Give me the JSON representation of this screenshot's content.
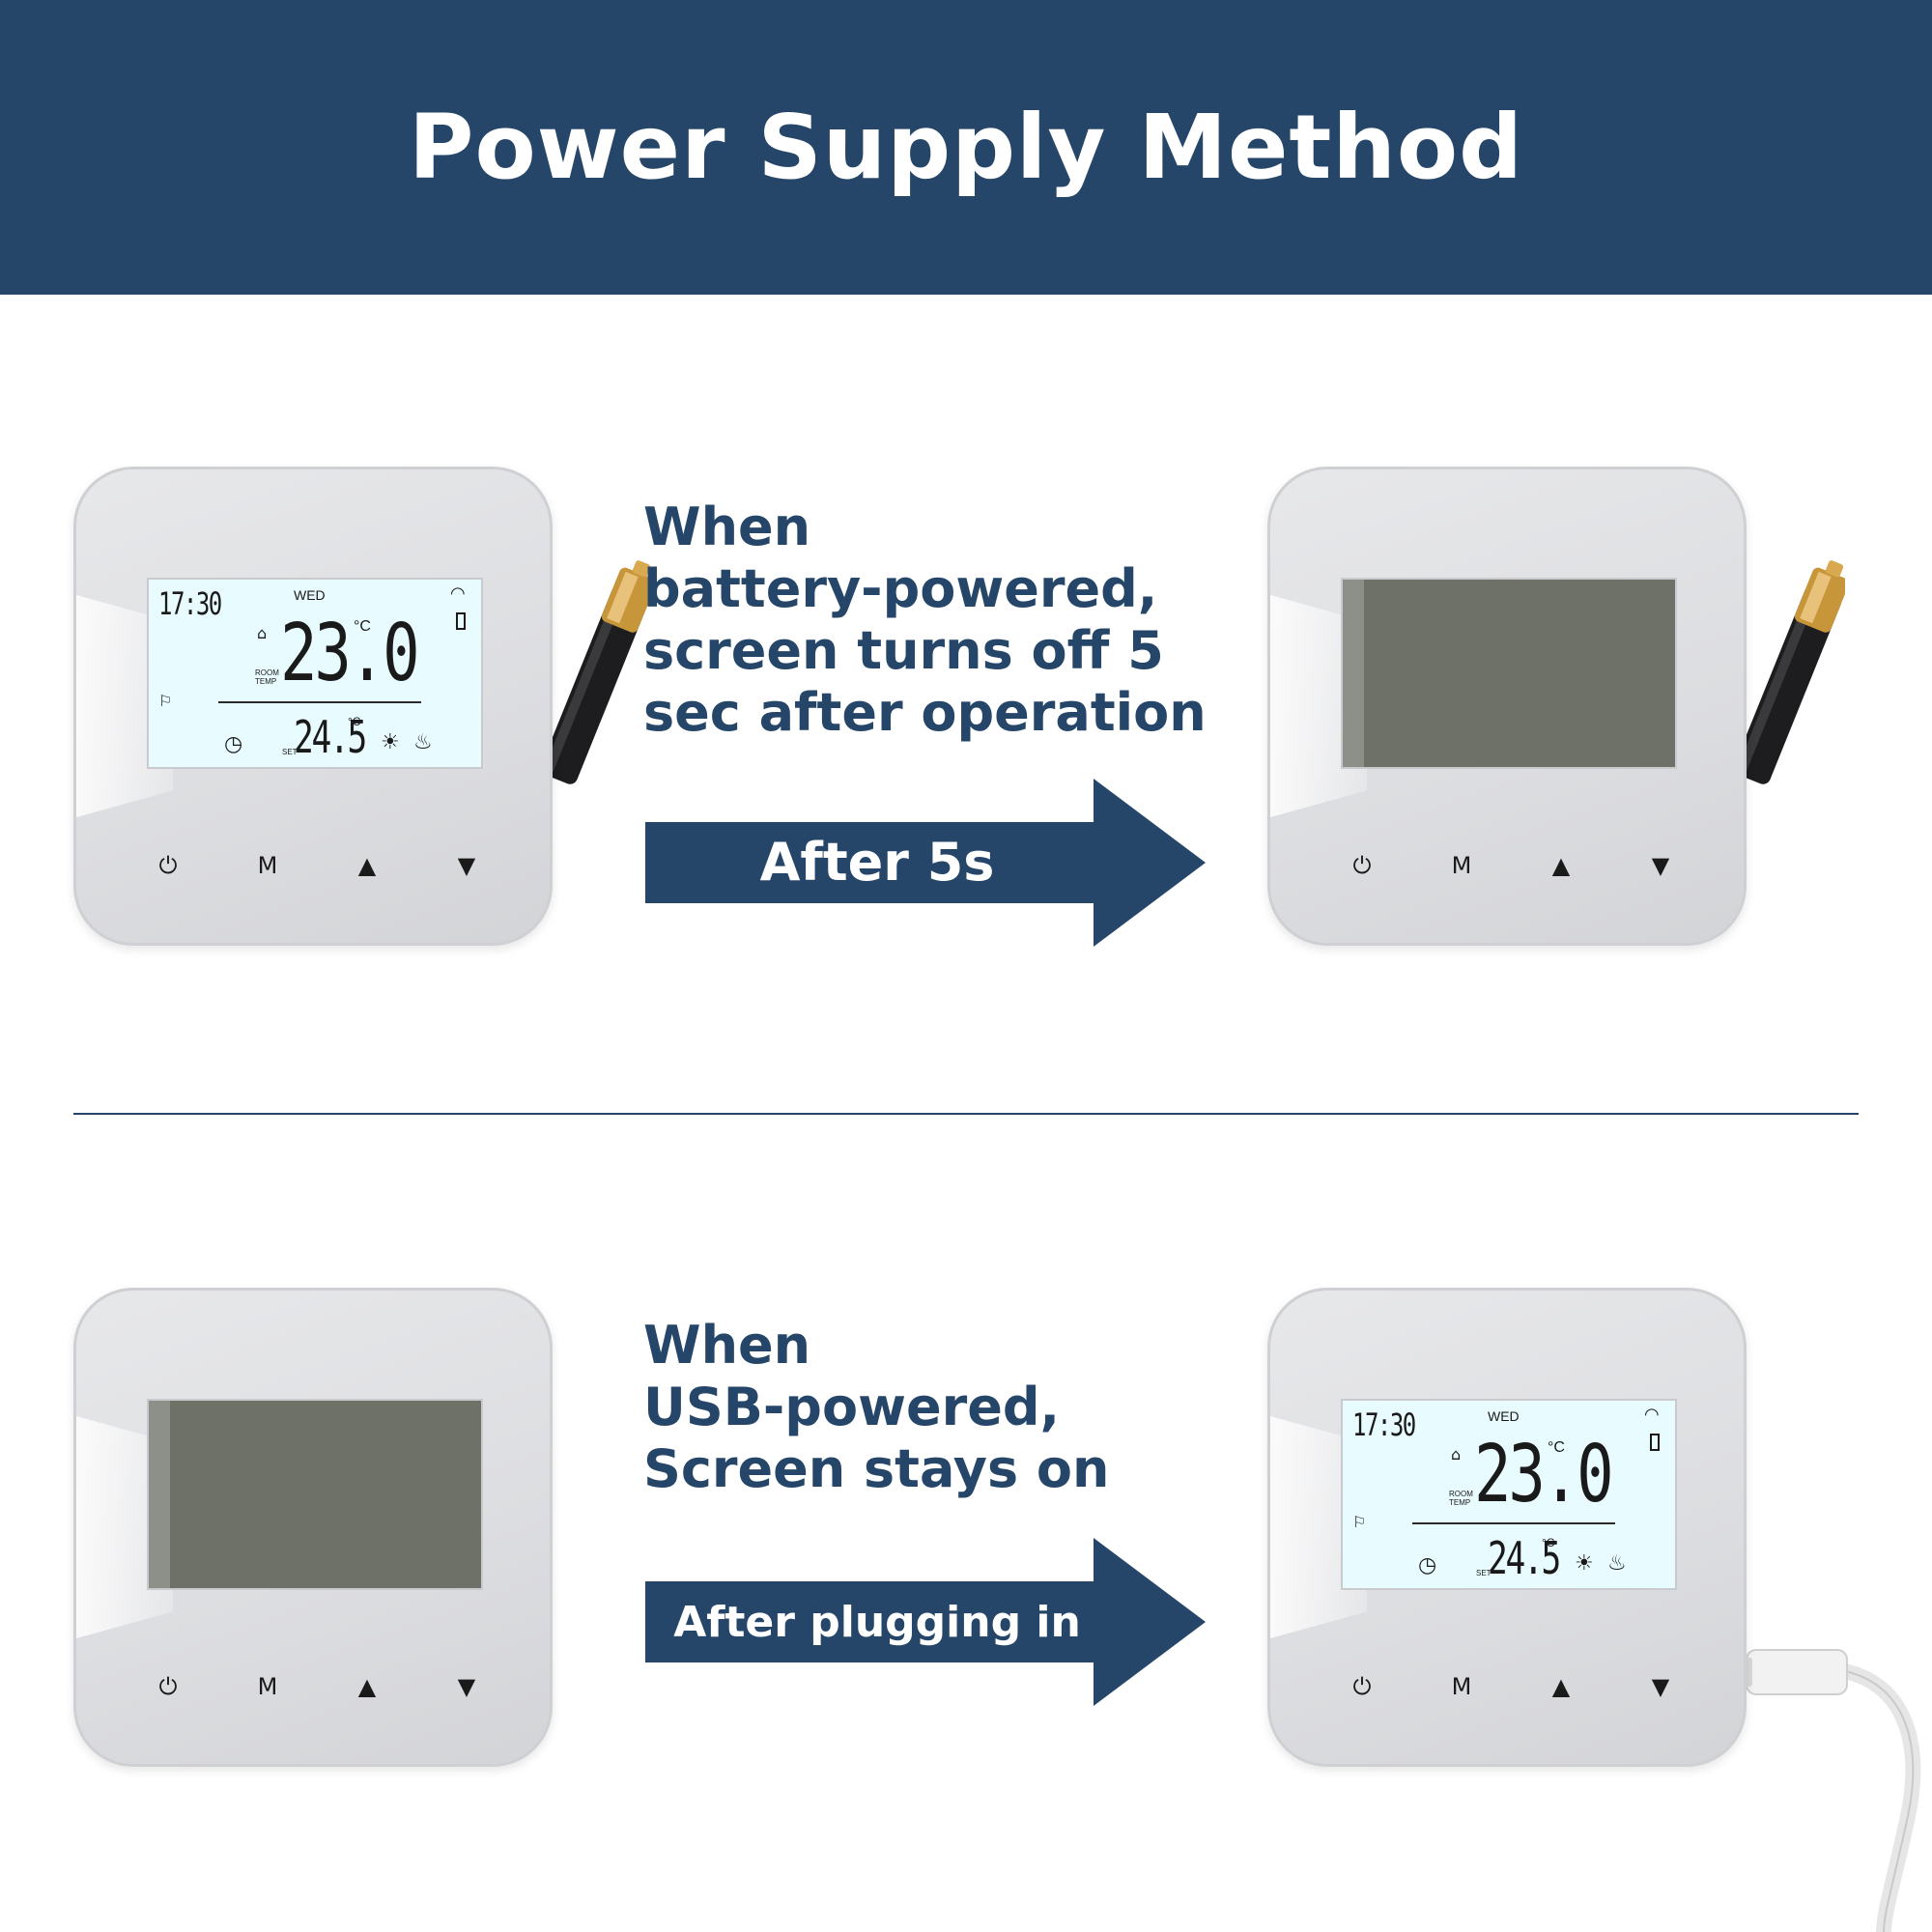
{
  "header": {
    "title": "Power Supply Method"
  },
  "battery_section": {
    "caption_lines": [
      "When",
      "battery-powered,",
      "screen turns off 5",
      "sec after operation"
    ],
    "arrow_label": "After 5s"
  },
  "usb_section": {
    "caption_lines": [
      "When",
      "USB-powered,",
      "Screen stays on"
    ],
    "arrow_label": "After plugging in"
  },
  "thermostat": {
    "time": "17:30",
    "day": "WED",
    "room_temp": "23.0",
    "room_temp_unit": "°C",
    "room_temp_label": "ROOM TEMP",
    "set_temp": "24.5",
    "set_temp_unit": "°C",
    "set_label": "SET",
    "buttons": [
      "power-icon",
      "M",
      "up-icon",
      "down-icon"
    ],
    "button_glyphs": {
      "power": "⏻",
      "mode": "M",
      "up": "▲",
      "down": "▼"
    }
  },
  "colors": {
    "brand_navy": "#254669",
    "lcd_on": "#e8fbff",
    "lcd_off": "#6e7168",
    "device_body": "#dcdde0"
  }
}
